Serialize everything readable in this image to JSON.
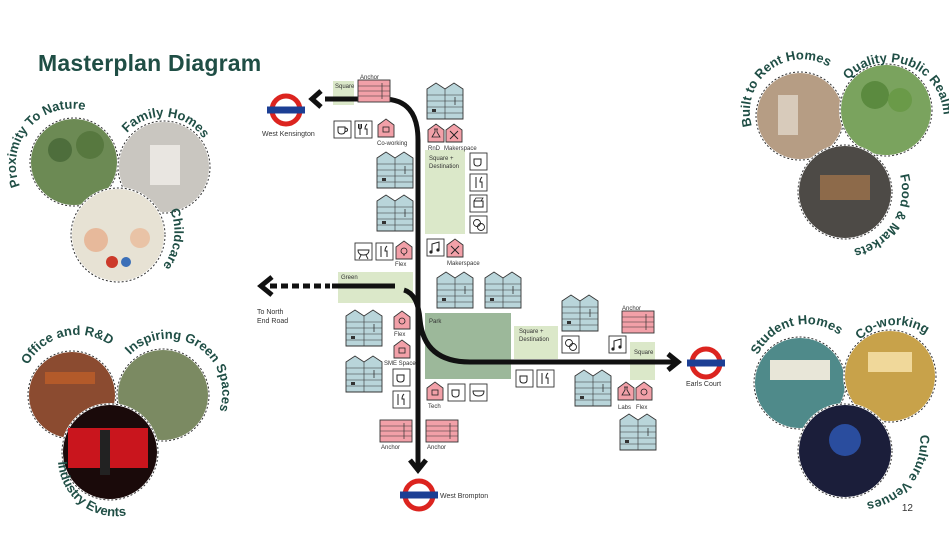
{
  "title": "Masterplan Diagram",
  "page_number": "12",
  "stations": {
    "west_kensington": "West Kensington",
    "earls_court": "Earls Court",
    "west_brompton": "West Brompton",
    "north_end_road": [
      "To North",
      "End Road"
    ]
  },
  "zones": {
    "square_nw": "Square",
    "square_destination_top": [
      "Square +",
      "Destination"
    ],
    "green": "Green",
    "park": "Park",
    "square_destination_right": [
      "Square +",
      "Destination"
    ],
    "square_e": "Square"
  },
  "labels": {
    "anchor_top": "Anchor",
    "coworking": "Co-working",
    "rnd": "RnD",
    "makerspace_top": "Makerspace",
    "flex_1": "Flex",
    "makerspace_mid": "Makerspace",
    "flex_2": "Flex",
    "sme_space": "SME Space",
    "tech": "Tech",
    "anchor_bl": "Anchor",
    "anchor_bc": "Anchor",
    "anchor_right": "Anchor",
    "labs": "Labs",
    "flex_3": "Flex"
  },
  "clusters": {
    "top_left": [
      "Proximity To Nature",
      "Family Homes",
      "Childcare"
    ],
    "top_right": [
      "Built to Rent Homes",
      "Quality Public Realm",
      "Food & Markets"
    ],
    "bottom_left": [
      "Office and R&D",
      "Inspiring Green Spaces",
      "Industry Events"
    ],
    "bottom_right": [
      "Student Homes",
      "Co-working",
      "Culture Venues"
    ]
  },
  "colors": {
    "title": "#1f4e45",
    "route": "#111111",
    "underground_red": "#dc241f",
    "underground_blue": "#1c3f94",
    "building_blue": "#b9d5da",
    "building_pink": "#f2a0a8",
    "zone_green_light": "#dbe8c9",
    "zone_green_dark": "#9cb89a"
  },
  "icons": [
    "coffee-icon",
    "cutlery-icon",
    "flask-icon",
    "tools-icon",
    "music-icon",
    "theatre-masks-icon",
    "lightbulb-icon",
    "film-icon",
    "barbecue-icon"
  ]
}
